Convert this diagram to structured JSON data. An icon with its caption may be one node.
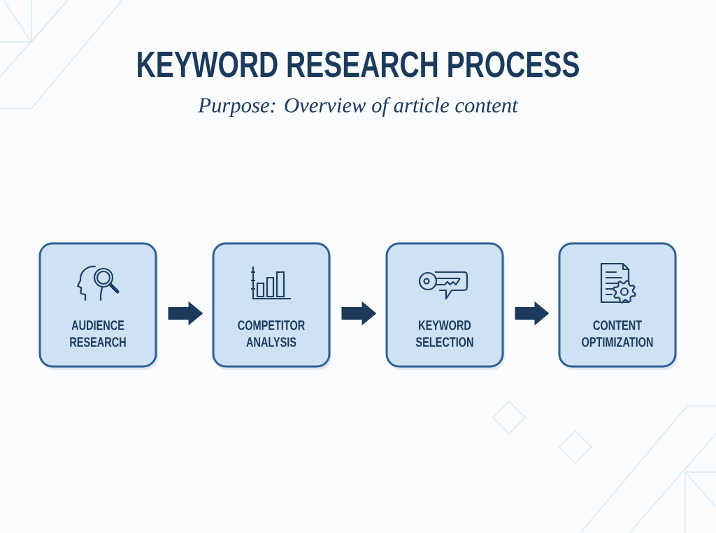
{
  "diagram": {
    "title": "KEYWORD RESEARCH PROCESS",
    "nodes": [
      {
        "text": [
          "AUDIENCE RESEARCH"
        ]
      },
      {
        "text": [
          "COMPETITOR ANALYSIS"
        ]
      },
      {
        "text": [
          "KEYWORD SELECTION"
        ]
      },
      {
        "text": [
          "CONTENT OPTIMIZATION"
        ]
      }
    ],
    "edges": [
      {
        "from": 0,
        "to": 1,
        "arrow": "to"
      },
      {
        "from": 1,
        "to": 2,
        "arrow": "to"
      },
      {
        "from": 2,
        "to": 3,
        "arrow": "to"
      }
    ],
    "labels": [
      "Purpose: Overview of article content"
    ]
  }
}
